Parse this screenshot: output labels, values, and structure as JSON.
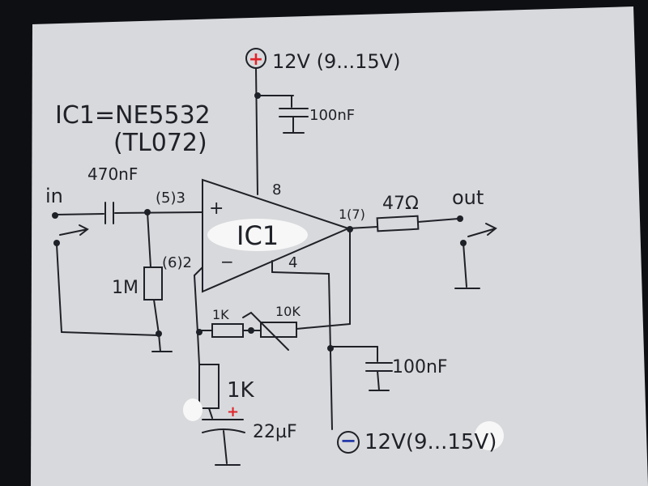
{
  "title": {
    "line1": "IC1=NE5532",
    "line2": "(TL072)"
  },
  "power": {
    "positive_symbol": "+",
    "positive_label": "12V (9...15V)",
    "negative_symbol": "−",
    "negative_label": "12V(9...15V)"
  },
  "ic": {
    "name": "IC1",
    "plus_sign": "+",
    "minus_sign": "−",
    "pin_vcc": "8",
    "pin_gnd": "4",
    "pin_in_plus": "(5)3",
    "pin_in_minus": "(6)2",
    "pin_out": "1(7)"
  },
  "components": {
    "c_in": "470nF",
    "r_bias": "1M",
    "c_top": "100nF",
    "c_bottom": "100nF",
    "r_fb1": "1K",
    "r_fb2": "10K",
    "r_gnd": "1K",
    "c_elec": "22µF",
    "c_elec_plus": "+",
    "r_out": "47Ω"
  },
  "ports": {
    "input": "in",
    "output": "out"
  },
  "colors": {
    "ink": "#1f2128",
    "paper": "#d8d9dc",
    "positive": "#e0242a",
    "negative": "#2338a8"
  }
}
